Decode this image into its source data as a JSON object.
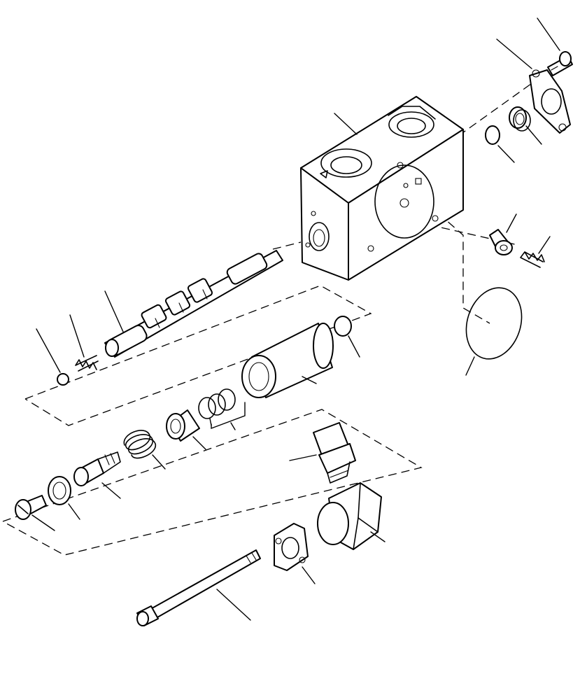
{
  "figure": {
    "code_label": "",
    "palette": {
      "ink": "#000000",
      "paper": "#ffffff"
    }
  },
  "parts": [
    "valve-body",
    "bolt",
    "flange-plate",
    "valve-seat",
    "o-ring-small",
    "plug",
    "spring-right",
    "o-ring-large",
    "spool",
    "spring-small",
    "ball",
    "sleeve",
    "o-ring-sleeve",
    "o-ring-set",
    "piston",
    "spring-large",
    "poppet",
    "o-ring-left",
    "cap-screw",
    "sensor",
    "elbow-fitting",
    "mounting-flange",
    "tie-rod"
  ]
}
